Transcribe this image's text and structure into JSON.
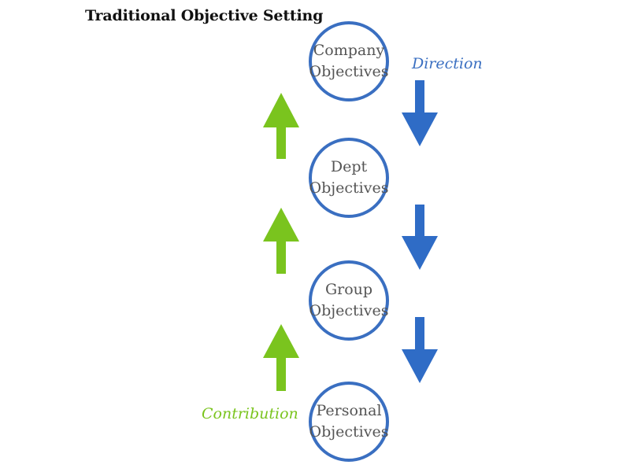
{
  "title": "Traditional Objective Setting",
  "nodes": [
    {
      "line1": "Company",
      "line2": "Objectives"
    },
    {
      "line1": "Dept",
      "line2": "Objectives"
    },
    {
      "line1": "Group",
      "line2": "Objectives"
    },
    {
      "line1": "Personal",
      "line2": "Objectives"
    }
  ],
  "labels": {
    "direction": "Direction",
    "contribution": "Contribution"
  },
  "colors": {
    "circle_border": "#3a6fc1",
    "direction_arrow": "#2f6cc6",
    "contribution_arrow": "#7ac41e",
    "direction_text": "#3a6fc1",
    "contribution_text": "#7ac41e"
  }
}
